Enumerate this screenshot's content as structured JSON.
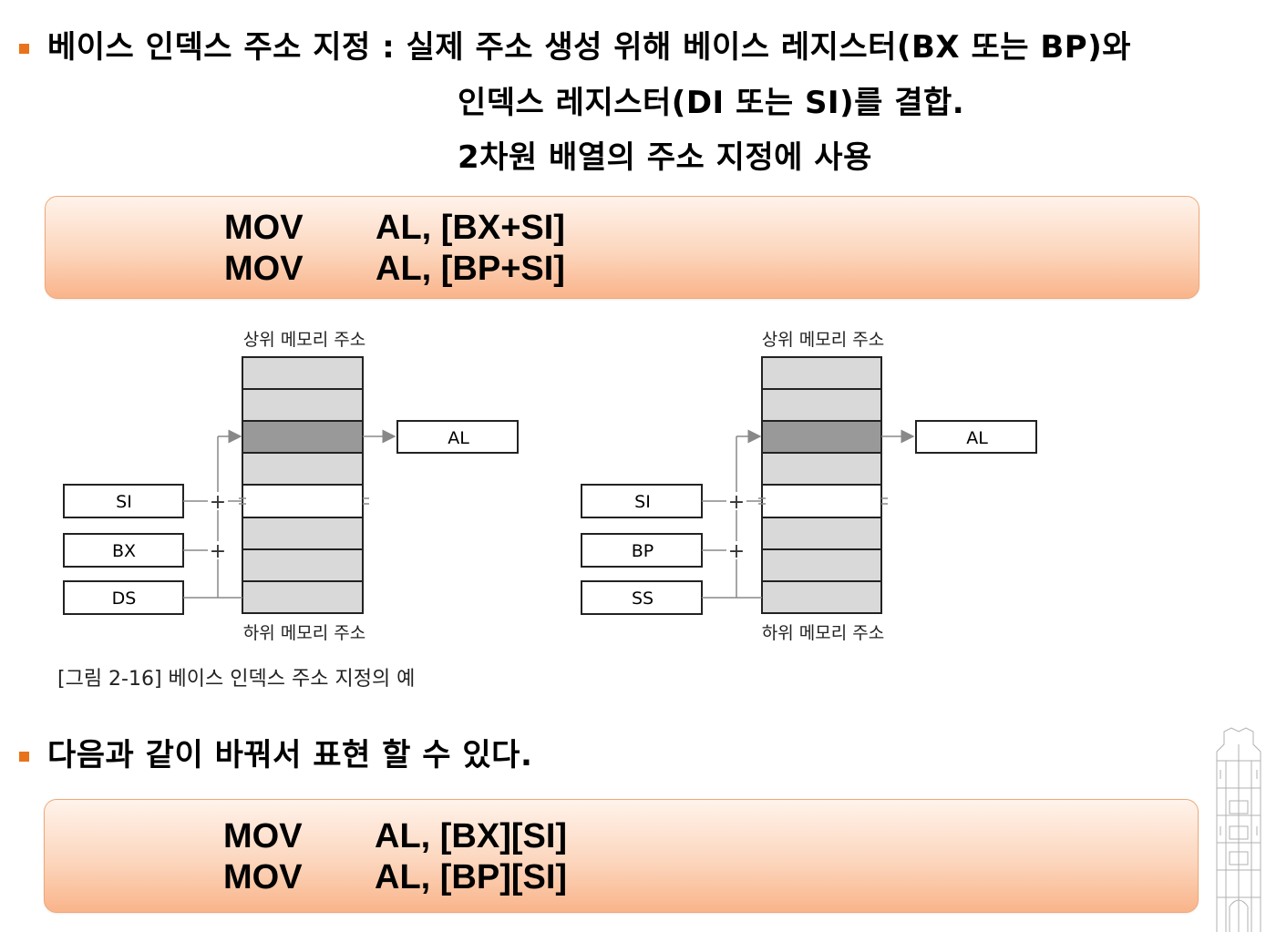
{
  "section1": {
    "line1": "베이스 인덱스 주소 지정 : 실제 주소 생성 위해 베이스 레지스터(BX 또는 BP)와",
    "line2": "인덱스 레지스터(DI 또는 SI)를 결합.",
    "line3": "2차원 배열의 주소 지정에 사용"
  },
  "code1": [
    {
      "op": "MOV",
      "arg": "AL, [BX+SI]"
    },
    {
      "op": "MOV",
      "arg": "AL, [BP+SI]"
    }
  ],
  "diagram_left": {
    "top_label": "상위 메모리 주소",
    "bottom_label": "하위 메모리 주소",
    "reg1": "SI",
    "reg2": "BX",
    "reg3": "DS",
    "target": "AL"
  },
  "diagram_right": {
    "top_label": "상위 메모리 주소",
    "bottom_label": "하위 메모리 주소",
    "reg1": "SI",
    "reg2": "BP",
    "reg3": "SS",
    "target": "AL"
  },
  "plus": "+",
  "caption": "[그림 2-16] 베이스 인덱스 주소 지정의 예",
  "section2": {
    "line1": "다음과 같이 바꿔서 표현 할 수 있다."
  },
  "code2": [
    {
      "op": "MOV",
      "arg": "AL, [BX][SI]"
    },
    {
      "op": "MOV",
      "arg": "AL, [BP][SI]"
    }
  ],
  "colors": {
    "bullet": "#e8731c",
    "box_border": "#f0a878",
    "cell_fill": "#d9d9d9",
    "cell_selected": "#999999"
  },
  "icons": [
    "square-bullet-icon",
    "building-watermark-icon"
  ]
}
